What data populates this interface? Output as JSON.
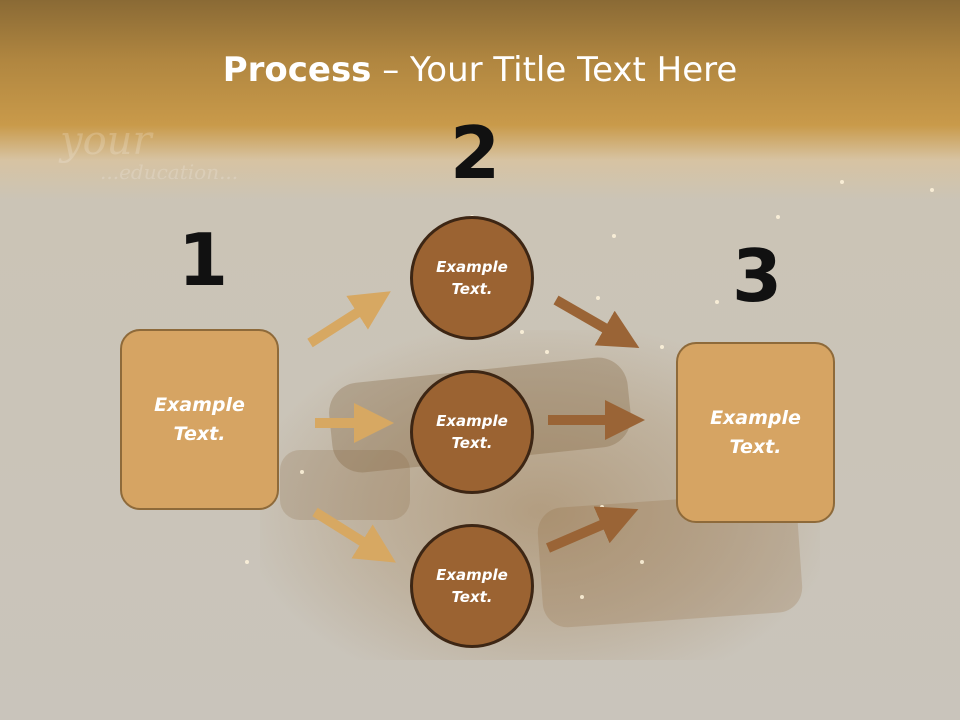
{
  "title": {
    "bold": "Process",
    "rest": " – Your Title Text Here"
  },
  "steps": [
    {
      "number": "1",
      "text": "Example Text."
    },
    {
      "number": "2",
      "texts": [
        "Example Text.",
        "Example Text.",
        "Example Text."
      ]
    },
    {
      "number": "3",
      "text": "Example Text."
    }
  ],
  "colors": {
    "box": "#d6a463",
    "circle": "#9b6332",
    "arrow_light": "#d7a862",
    "arrow_dark": "#9a6436"
  }
}
